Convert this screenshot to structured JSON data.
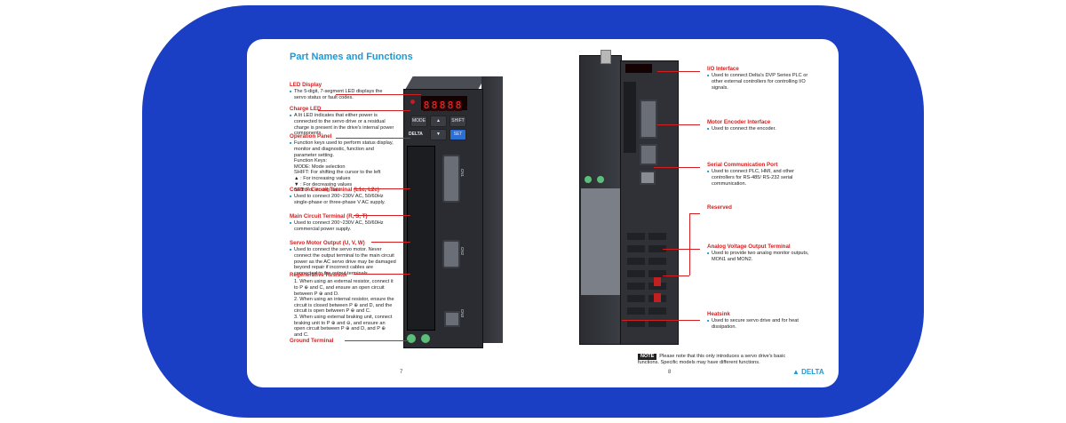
{
  "left_page": {
    "title": "Part Names and Functions",
    "page_number": "7",
    "sections": [
      {
        "heading": "LED Display",
        "lines": [
          "The 5-digit, 7-segment LED displays the servo status or fault codes."
        ]
      },
      {
        "heading": "Charge LED",
        "lines": [
          "A lit LED indicates that either power is connected to the servo drive or a residual charge is present in the drive's internal power components."
        ]
      },
      {
        "heading": "Operation Panel",
        "lines": [
          "Function keys used to perform status display, monitor and diagnostic, function and parameter setting.",
          "Function Keys:",
          "MODE: Mode selection",
          "SHIFT: For shifting the cursor to the left",
          "▲ : For increasing values",
          "▼ : For decreasing values",
          "SET: For storing data"
        ]
      },
      {
        "heading": "Control Circuit Terminal (L1c, L2c)",
        "lines": [
          "Used to connect 200~230V AC, 50/60Hz single-phase or three-phase V AC supply."
        ]
      },
      {
        "heading": "Main Circuit Terminal (R, S, T)",
        "lines": [
          "Used to connect 200~230V AC, 50/60Hz commercial power supply."
        ]
      },
      {
        "heading": "Servo Motor Output (U, V, W)",
        "lines": [
          "Used to connect the servo motor. Never connect the output terminal to the main circuit power as the AC servo drive may be damaged beyond repair if incorrect cables are connected to the output terminals."
        ]
      },
      {
        "heading": "Regenerative Resistor",
        "lines": [
          "1. When using an external resistor, connect it to P ⊕ and C, and ensure an open circuit between P ⊕ and D.",
          "2. When using an internal resistor, ensure the circuit is closed between P ⊕ and D, and the circuit is open between P ⊕ and C.",
          "3. When using external braking unit, connect braking unit to P ⊕ and ⊖, and ensure an open circuit between P ⊕ and D, and P ⊕ and C."
        ]
      },
      {
        "heading": "Ground Terminal",
        "lines": []
      }
    ],
    "device": {
      "led_digits": [
        "8",
        "8",
        "8",
        "8",
        "8"
      ],
      "keys": {
        "mode": "MODE",
        "shift": "SHIFT",
        "up": "▲",
        "down": "▼",
        "set": "SET"
      },
      "brand": "DELTA",
      "connector_labels": [
        "CN1",
        "CN2",
        "CN3"
      ]
    }
  },
  "right_page": {
    "page_number": "8",
    "sections": [
      {
        "heading": "I/O Interface",
        "lines": [
          "Used to connect Delta's DVP Series PLC or other external controllers for controlling I/O signals."
        ]
      },
      {
        "heading": "Motor Encoder Interface",
        "lines": [
          "Used to connect the encoder."
        ]
      },
      {
        "heading": "Serial Communication Port",
        "lines": [
          "Used to connect PLC, HMI, and other controllers for RS-485/ RS-232 serial communication."
        ]
      },
      {
        "heading": "Reserved",
        "lines": []
      },
      {
        "heading": "Analog Voltage Output Terminal",
        "lines": [
          "Used to provide two analog monitor outputs, MON1 and MON2."
        ]
      },
      {
        "heading": "Heatsink",
        "lines": [
          "Used to secure servo drive and for heat dissipation."
        ]
      }
    ],
    "note": {
      "tag": "NOTE",
      "text": "Please note that this only introduces a servo drive's basic functions. Specific models may have different functions."
    },
    "logo": "▲ DELTA"
  },
  "colors": {
    "frame": "#1a3fc4",
    "heading_red": "#d21f1f",
    "title_blue": "#1d9ad6"
  }
}
